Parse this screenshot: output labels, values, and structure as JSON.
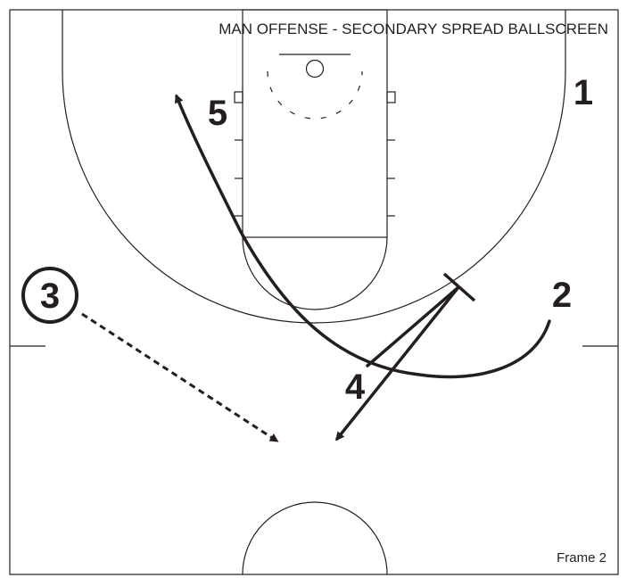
{
  "diagram": {
    "title": "MAN OFFENSE - SECONDARY SPREAD BALLSCREEN",
    "frame_label": "Frame 2",
    "players": {
      "p1": "1",
      "p2": "2",
      "p3": "3",
      "p4": "4",
      "p5": "5"
    },
    "colors": {
      "ink": "#231f20",
      "background": "#ffffff"
    }
  }
}
